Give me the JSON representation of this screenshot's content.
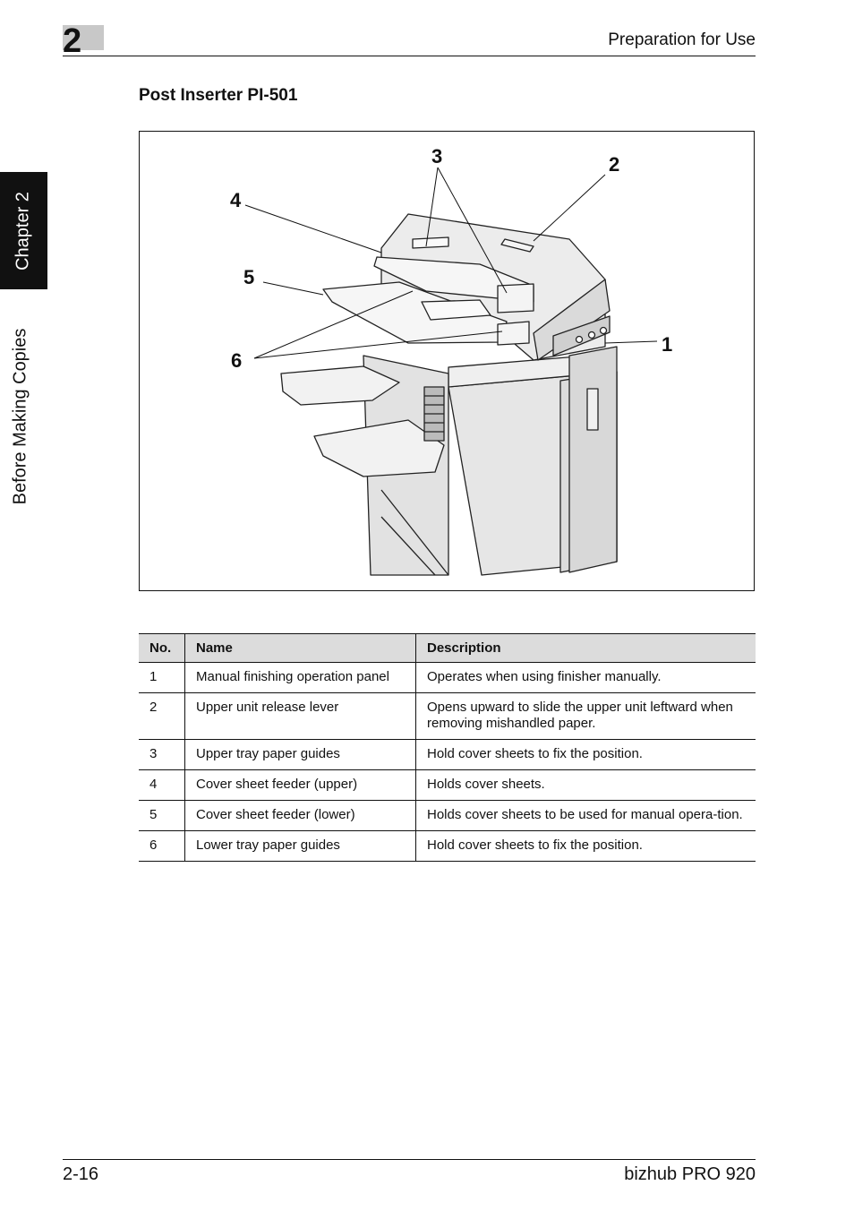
{
  "header": {
    "chapter_number": "2",
    "title": "Preparation for Use"
  },
  "side_tab": {
    "chapter_label": "Chapter 2",
    "section_label": "Before Making Copies"
  },
  "section_title": "Post Inserter PI-501",
  "figure": {
    "callouts": [
      "1",
      "2",
      "3",
      "4",
      "5",
      "6"
    ]
  },
  "table": {
    "headers": [
      "No.",
      "Name",
      "Description"
    ],
    "rows": [
      {
        "no": "1",
        "name": "Manual finishing operation panel",
        "description": "Operates when using finisher manually."
      },
      {
        "no": "2",
        "name": "Upper unit release lever",
        "description": "Opens upward to slide the upper unit leftward when removing mishandled paper."
      },
      {
        "no": "3",
        "name": "Upper tray paper guides",
        "description": "Hold cover sheets to fix the position."
      },
      {
        "no": "4",
        "name": "Cover sheet feeder (upper)",
        "description": "Holds cover sheets."
      },
      {
        "no": "5",
        "name": "Cover sheet feeder (lower)",
        "description": "Holds cover sheets to be used for manual opera-tion."
      },
      {
        "no": "6",
        "name": "Lower tray paper guides",
        "description": "Hold cover sheets to fix the position."
      }
    ]
  },
  "footer": {
    "page_number": "2-16",
    "product": "bizhub PRO 920"
  }
}
